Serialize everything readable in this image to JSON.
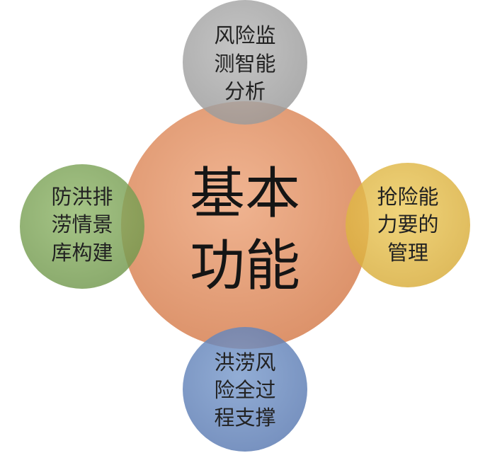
{
  "center": {
    "lines": [
      "基本",
      "功能"
    ],
    "color": "#E2966C"
  },
  "nodes": [
    {
      "id": "top",
      "lines": [
        "风险监",
        "测智能",
        "分析"
      ],
      "color": "#A6A6A6"
    },
    {
      "id": "left",
      "lines": [
        "防洪排",
        "涝情景",
        "库构建"
      ],
      "color": "#7EA55A"
    },
    {
      "id": "right",
      "lines": [
        "抢险能",
        "力要的",
        "管理"
      ],
      "color": "#E2BA45"
    },
    {
      "id": "bottom",
      "lines": [
        "洪涝风",
        "险全过",
        "程支撑"
      ],
      "color": "#6487BE"
    }
  ]
}
